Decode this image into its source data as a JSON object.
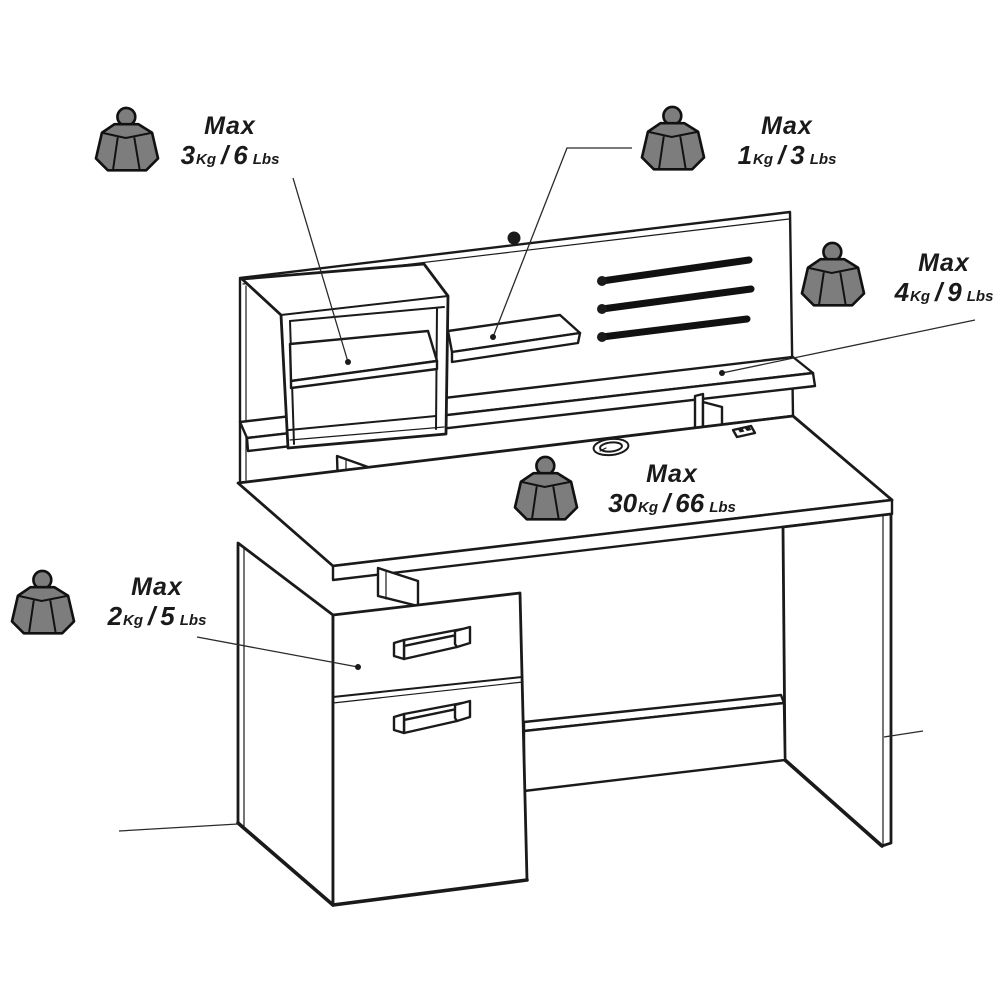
{
  "meta": {
    "background_color": "#ffffff",
    "line_color": "#1a1a1a",
    "weight_icon_fill": "#7d7d7d",
    "icon_name": "weight-icon"
  },
  "labels": [
    {
      "name": "cube-shelf-load",
      "title": "Max",
      "kg_value": "3",
      "kg_unit": "Kg",
      "separator": "/",
      "lbs_value": "6",
      "lbs_unit": "Lbs"
    },
    {
      "name": "wall-shelf-load",
      "title": "Max",
      "kg_value": "1",
      "kg_unit": "Kg",
      "separator": "/",
      "lbs_value": "3",
      "lbs_unit": "Lbs"
    },
    {
      "name": "hutch-shelf-load",
      "title": "Max",
      "kg_value": "4",
      "kg_unit": "Kg",
      "separator": "/",
      "lbs_value": "9",
      "lbs_unit": "Lbs"
    },
    {
      "name": "desktop-load",
      "title": "Max",
      "kg_value": "30",
      "kg_unit": "Kg",
      "separator": "/",
      "lbs_value": "66",
      "lbs_unit": "Lbs"
    },
    {
      "name": "drawer-load",
      "title": "Max",
      "kg_value": "2",
      "kg_unit": "Kg",
      "separator": "/",
      "lbs_value": "5",
      "lbs_unit": "Lbs"
    }
  ]
}
